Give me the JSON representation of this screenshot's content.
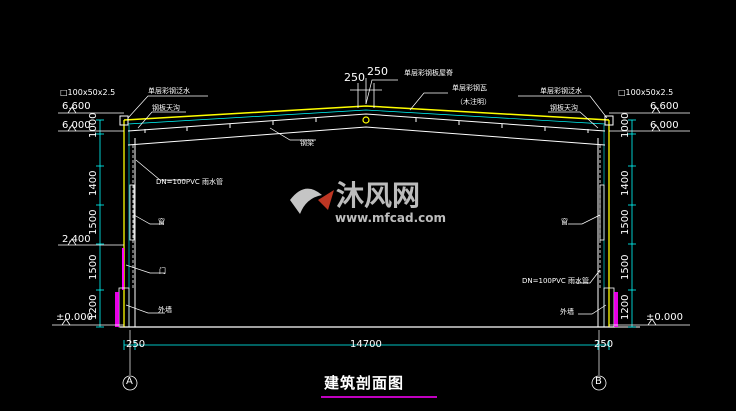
{
  "drawing": {
    "title": "建筑剖面图",
    "total_span": "14700",
    "wall_offset": "250",
    "ridge_dims": [
      "250",
      "250"
    ],
    "axis_left": "A",
    "axis_right": "B",
    "elev_ridge_left": "6.600",
    "elev_eave_left": "6.000",
    "elev_mid_left": "2.400",
    "elev_ground_left": "±0.000",
    "elev_ridge_right": "6.600",
    "elev_eave_right": "6.000",
    "elev_ground_right": "±0.000",
    "steel_section_left": "□100x50x2.5",
    "steel_section_right": "□100x50x2.5",
    "vdims_left": [
      "1000",
      "1400",
      "1500",
      "1500",
      "1200"
    ],
    "vdims_right": [
      "1000",
      "1400",
      "1500",
      "1500",
      "1200"
    ]
  },
  "notes": {
    "roof_ridge_panel": "单层彩钢板屋脊",
    "roof_lighting": "单层彩钢瓦",
    "roof_lighting_sub": "（木注明）",
    "gutter_left": "单层彩钢泛水",
    "gutter_right": "单层彩钢泛水",
    "ditch_left": "钢板天沟",
    "ditch_right": "钢板天沟",
    "beam": "钢梁",
    "downpipe_left": "DN=100PVC 雨水管",
    "downpipe_right": "DN=100PVC 雨水管",
    "window_left": "窗",
    "window_right": "窗",
    "door_left": "门",
    "wall_left": "外墙",
    "wall_right": "外墙"
  },
  "watermark": {
    "brand": "沐风网",
    "url": "www.mfcad.com"
  },
  "colors": {
    "line_white": "#ffffff",
    "roof_yellow": "#ffff00",
    "dim_cyan": "#00ffff",
    "brace_magenta": "#ff00ff",
    "title_underline": "#ff00ff",
    "wall_hatch": "#ffffff"
  }
}
